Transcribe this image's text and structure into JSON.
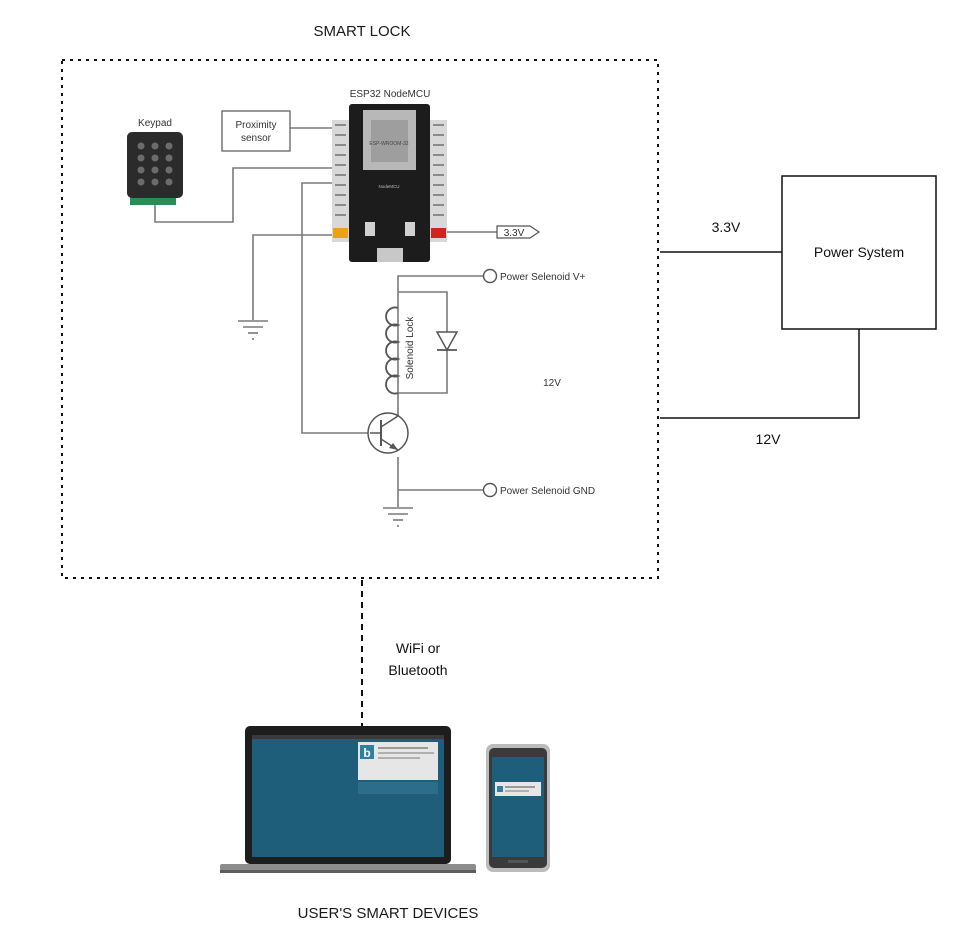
{
  "title": "SMART LOCK",
  "footer": "USER'S SMART DEVICES",
  "mcu": {
    "label": "ESP32 NodeMCU",
    "chip_text": "ESP-WROOM-32",
    "board_text": "NodeMCU"
  },
  "keypad": {
    "label": "Keypad"
  },
  "proximity": {
    "line1": "Proximity",
    "line2": "sensor"
  },
  "rail_3v3": "3.3V",
  "solenoid": {
    "label": "Solenoid Lock",
    "v_plus": "Power Selenoid V+",
    "gnd": "Power Selenoid GND",
    "voltage": "12V"
  },
  "power": {
    "label": "Power System",
    "out_3v3": "3.3V",
    "out_12v": "12V"
  },
  "link": {
    "line1": "WiFi or",
    "line2": "Bluetooth"
  },
  "devices": {
    "app_letter": "b"
  },
  "colors": {
    "screen": "#1f5e7a",
    "line": "#222222",
    "diagram_line": "#7a7a7a"
  }
}
